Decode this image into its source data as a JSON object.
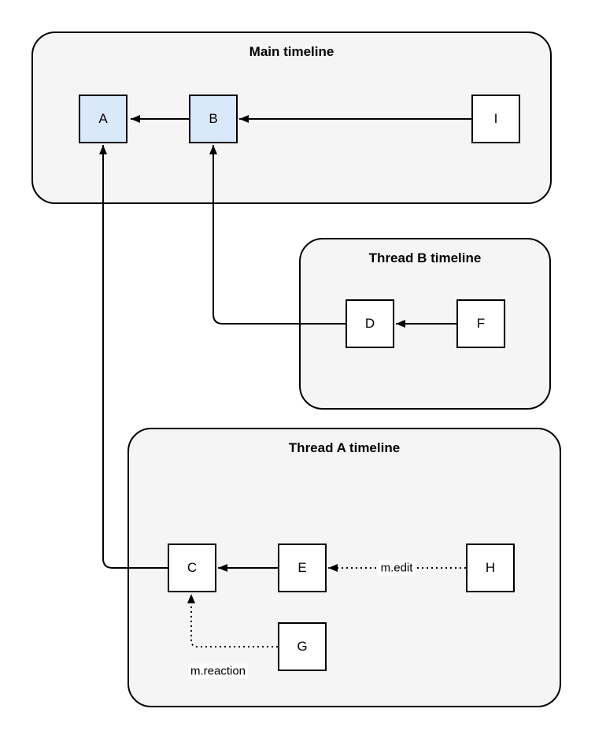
{
  "diagram": {
    "groups": {
      "main": {
        "title": "Main timeline"
      },
      "thread_b": {
        "title": "Thread B timeline"
      },
      "thread_a": {
        "title": "Thread A timeline"
      }
    },
    "nodes": {
      "a": {
        "label": "A"
      },
      "b": {
        "label": "B"
      },
      "i": {
        "label": "I"
      },
      "d": {
        "label": "D"
      },
      "f": {
        "label": "F"
      },
      "c": {
        "label": "C"
      },
      "e": {
        "label": "E"
      },
      "h": {
        "label": "H"
      },
      "g": {
        "label": "G"
      }
    },
    "edge_labels": {
      "edit": {
        "text": "m.edit"
      },
      "reaction": {
        "text": "m.reaction"
      }
    },
    "colors": {
      "container_fill": "#f5f5f5",
      "container_stroke": "#000000",
      "node_fill_highlight": "#dae8fc",
      "node_fill_default": "#ffffff",
      "node_stroke": "#000000",
      "edge_stroke": "#000000",
      "label_background": "#ffffff"
    }
  }
}
